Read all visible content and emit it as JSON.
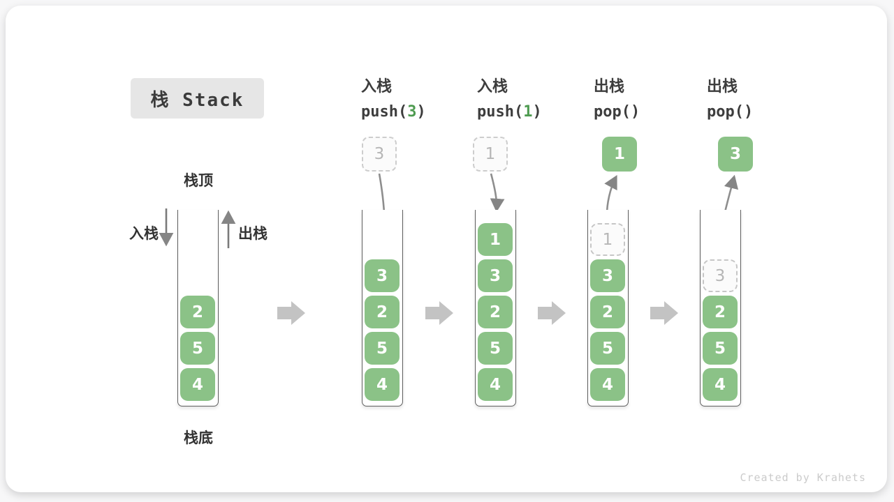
{
  "title": "栈 Stack",
  "labels": {
    "stack_top": "栈顶",
    "stack_bottom": "栈底",
    "push_side": "入栈",
    "pop_side": "出栈"
  },
  "footer": "Created by Krahets",
  "colors": {
    "cell_green": "#8bc287",
    "code_arg_green": "#4e9b50",
    "ghost_border": "#c9c9c9",
    "curved_arrow_gray": "#8e8e8e",
    "flow_arrow_gray": "#c3c3c3",
    "title_bg": "#e6e6e6",
    "text_dark": "#3b3b3b",
    "footer_gray": "#cbcbcb"
  },
  "stages": [
    {
      "name": "initial",
      "header": null,
      "float": null,
      "cells": [
        {
          "value": "2",
          "ghost": false
        },
        {
          "value": "5",
          "ghost": false
        },
        {
          "value": "4",
          "ghost": false
        }
      ]
    },
    {
      "name": "push-3",
      "header": {
        "op": "入栈",
        "code_pre": "push(",
        "code_arg": "3",
        "code_post": ")"
      },
      "float": {
        "value": "3",
        "style": "ghost"
      },
      "cells": [
        {
          "value": "3",
          "ghost": false
        },
        {
          "value": "2",
          "ghost": false
        },
        {
          "value": "5",
          "ghost": false
        },
        {
          "value": "4",
          "ghost": false
        }
      ]
    },
    {
      "name": "push-1",
      "header": {
        "op": "入栈",
        "code_pre": "push(",
        "code_arg": "1",
        "code_post": ")"
      },
      "float": {
        "value": "1",
        "style": "ghost"
      },
      "cells": [
        {
          "value": "1",
          "ghost": false
        },
        {
          "value": "3",
          "ghost": false
        },
        {
          "value": "2",
          "ghost": false
        },
        {
          "value": "5",
          "ghost": false
        },
        {
          "value": "4",
          "ghost": false
        }
      ]
    },
    {
      "name": "pop-1",
      "header": {
        "op": "出栈",
        "code_pre": "pop(",
        "code_arg": "",
        "code_post": ")"
      },
      "float": {
        "value": "1",
        "style": "solid"
      },
      "cells": [
        {
          "value": "1",
          "ghost": true
        },
        {
          "value": "3",
          "ghost": false
        },
        {
          "value": "2",
          "ghost": false
        },
        {
          "value": "5",
          "ghost": false
        },
        {
          "value": "4",
          "ghost": false
        }
      ]
    },
    {
      "name": "pop-3",
      "header": {
        "op": "出栈",
        "code_pre": "pop(",
        "code_arg": "",
        "code_post": ")"
      },
      "float": {
        "value": "3",
        "style": "solid"
      },
      "cells": [
        {
          "value": "3",
          "ghost": true
        },
        {
          "value": "2",
          "ghost": false
        },
        {
          "value": "5",
          "ghost": false
        },
        {
          "value": "4",
          "ghost": false
        }
      ]
    }
  ]
}
